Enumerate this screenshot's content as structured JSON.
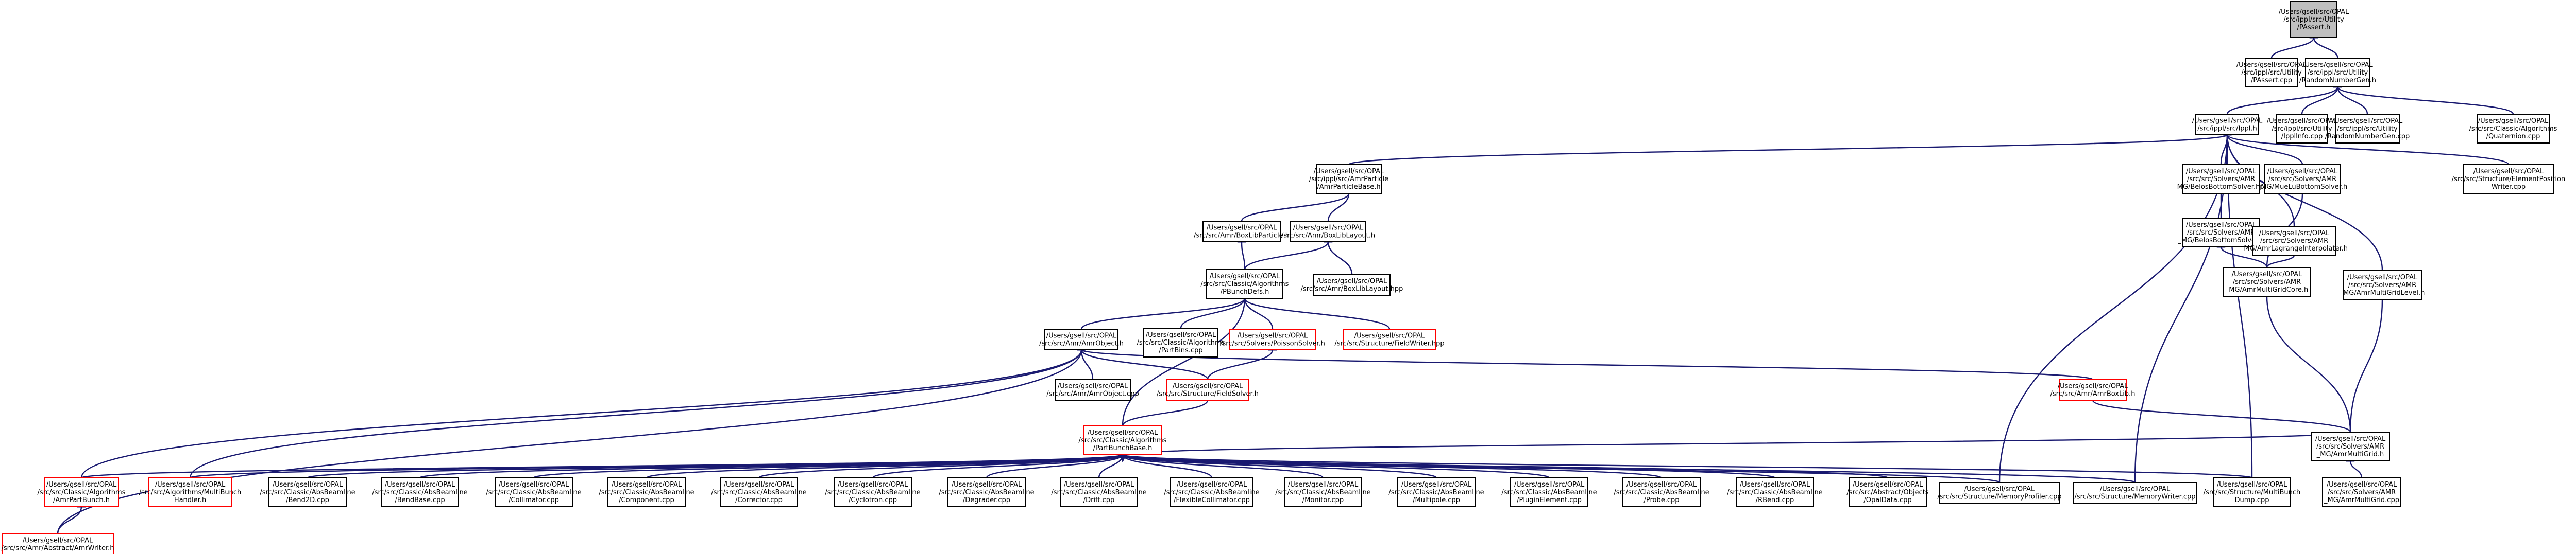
{
  "colors": {
    "edge": "#191970",
    "edge_alt": "#a00000",
    "border_normal": "#000000",
    "border_truncated": "#ff0000",
    "fill_normal": "#ffffff",
    "fill_root": "#bfbfbf"
  },
  "nodes": [
    {
      "id": "n_pngdisch",
      "lines": [
        "/Users/gsell/src/OPAL",
        "/src/ippl/src/Utility",
        "/PAssert.h"
      ],
      "style": "root"
    },
    {
      "id": "n_pngdisch_cpp",
      "lines": [
        "/Users/gsell/src/OPAL",
        "/src/ippl/src/Utility",
        "/PAssert.cpp"
      ],
      "style": "normal"
    },
    {
      "id": "n_randgen_h",
      "lines": [
        "/Users/gsell/src/OPAL",
        "/src/ippl/src/Utility",
        "/RandomNumberGen.h"
      ],
      "style": "normal"
    },
    {
      "id": "n_ippl_h",
      "lines": [
        "/Users/gsell/src/OPAL",
        "/src/ippl/src/Ippl.h"
      ],
      "style": "normal"
    },
    {
      "id": "n_ippl_info",
      "lines": [
        "/Users/gsell/src/OPAL",
        "/src/ippl/src/Utility",
        "/IpplInfo.cpp"
      ],
      "style": "normal"
    },
    {
      "id": "n_randgen_cpp",
      "lines": [
        "/Users/gsell/src/OPAL",
        "/src/ippl/src/Utility",
        "/RandomNumberGen.cpp"
      ],
      "style": "normal"
    },
    {
      "id": "n_quaternion",
      "lines": [
        "/Users/gsell/src/OPAL",
        "/src/src/Classic/Algorithms",
        "/Quaternion.cpp"
      ],
      "style": "normal"
    },
    {
      "id": "n_amrparticlebase",
      "lines": [
        "/Users/gsell/src/OPAL",
        "/src/ippl/src/AmrParticle",
        "/AmrParticleBase.h"
      ],
      "style": "normal"
    },
    {
      "id": "n_bottomsolver",
      "lines": [
        "/Users/gsell/src/OPAL",
        "/src/src/Solvers/AMR",
        "_MG/BelosBottomSolver.hpp"
      ],
      "style": "normal"
    },
    {
      "id": "n_amesos",
      "lines": [
        "/Users/gsell/src/OPAL",
        "/src/src/Solvers/AMR",
        "_MG/MueLuBottomSolver.h"
      ],
      "style": "normal"
    },
    {
      "id": "n_elempos",
      "lines": [
        "/Users/gsell/src/OPAL",
        "/src/src/Structure/ElementPosition",
        "Writer.cpp"
      ],
      "style": "normal"
    },
    {
      "id": "n_boxlibparticle",
      "lines": [
        "/Users/gsell/src/OPAL",
        "/src/src/Amr/BoxLibParticle.h"
      ],
      "style": "normal"
    },
    {
      "id": "n_boxliblayout",
      "lines": [
        "/Users/gsell/src/OPAL",
        "/src/src/Amr/BoxLibLayout.h"
      ],
      "style": "normal"
    },
    {
      "id": "n_belosbottom_h",
      "lines": [
        "/Users/gsell/src/OPAL",
        "/src/src/Solvers/AMR",
        "_MG/BelosBottomSolver.h"
      ],
      "style": "normal"
    },
    {
      "id": "n_lagrange",
      "lines": [
        "/Users/gsell/src/OPAL",
        "/src/src/Solvers/AMR",
        "_MG/AmrLagrangeInterpolater.h"
      ],
      "style": "normal"
    },
    {
      "id": "n_boxliblayout_hpp",
      "lines": [
        "/Users/gsell/src/OPAL",
        "/src/src/Amr/BoxLibLayout.hpp"
      ],
      "style": "normal"
    },
    {
      "id": "n_pbunchdefs",
      "lines": [
        "/Users/gsell/src/OPAL",
        "/src/src/Classic/Algorithms",
        "/PBunchDefs.h"
      ],
      "style": "normal"
    },
    {
      "id": "n_multigridcore",
      "lines": [
        "/Users/gsell/src/OPAL",
        "/src/src/Solvers/AMR",
        "_MG/AmrMultiGridCore.h"
      ],
      "style": "normal"
    },
    {
      "id": "n_multigridlevel",
      "lines": [
        "/Users/gsell/src/OPAL",
        "/src/src/Solvers/AMR",
        "_MG/AmrMultiGridLevel.h"
      ],
      "style": "normal"
    },
    {
      "id": "n_amrobject",
      "lines": [
        "/Users/gsell/src/OPAL",
        "/src/src/Amr/AmrObject.h"
      ],
      "style": "normal"
    },
    {
      "id": "n_partbins",
      "lines": [
        "/Users/gsell/src/OPAL",
        "/src/src/Classic/Algorithms",
        "/PartBins.cpp"
      ],
      "style": "normal"
    },
    {
      "id": "n_poissonsolver",
      "lines": [
        "/Users/gsell/src/OPAL",
        "/src/src/Solvers/PoissonSolver.h"
      ],
      "style": "truncated"
    },
    {
      "id": "n_fieldwriter",
      "lines": [
        "/Users/gsell/src/OPAL",
        "/src/src/Structure/FieldWriter.hpp"
      ],
      "style": "truncated"
    },
    {
      "id": "n_amrobject_cpp",
      "lines": [
        "/Users/gsell/src/OPAL",
        "/src/src/Amr/AmrObject.cpp"
      ],
      "style": "normal"
    },
    {
      "id": "n_fieldsolver",
      "lines": [
        "/Users/gsell/src/OPAL",
        "/src/src/Structure/FieldSolver.h"
      ],
      "style": "truncated"
    },
    {
      "id": "n_amrboxlib",
      "lines": [
        "/Users/gsell/src/OPAL",
        "/src/src/Amr/AmrBoxLib.h"
      ],
      "style": "truncated"
    },
    {
      "id": "n_partbunchbase",
      "lines": [
        "/Users/gsell/src/OPAL",
        "/src/src/Classic/Algorithms",
        "/PartBunchBase.h"
      ],
      "style": "truncated"
    },
    {
      "id": "n_amrmultigrid",
      "lines": [
        "/Users/gsell/src/OPAL",
        "/src/src/Solvers/AMR",
        "_MG/AmrMultiGrid.h"
      ],
      "style": "normal"
    },
    {
      "id": "n_amrpartbunch",
      "lines": [
        "/Users/gsell/src/OPAL",
        "/src/src/Classic/Algorithms",
        "/AmrPartBunch.h"
      ],
      "style": "truncated"
    },
    {
      "id": "n_multibunch",
      "lines": [
        "/Users/gsell/src/OPAL",
        "/src/src/Algorithms/MultiBunch",
        "Handler.h"
      ],
      "style": "truncated"
    },
    {
      "id": "n_bend2d",
      "lines": [
        "/Users/gsell/src/OPAL",
        "/src/src/Classic/AbsBeamline",
        "/Bend2D.cpp"
      ],
      "style": "normal"
    },
    {
      "id": "n_bendbase",
      "lines": [
        "/Users/gsell/src/OPAL",
        "/src/src/Classic/AbsBeamline",
        "/BendBase.cpp"
      ],
      "style": "normal"
    },
    {
      "id": "n_collimator",
      "lines": [
        "/Users/gsell/src/OPAL",
        "/src/src/Classic/AbsBeamline",
        "/Collimator.cpp"
      ],
      "style": "normal"
    },
    {
      "id": "n_component",
      "lines": [
        "/Users/gsell/src/OPAL",
        "/src/src/Classic/AbsBeamline",
        "/Component.cpp"
      ],
      "style": "normal"
    },
    {
      "id": "n_corrector",
      "lines": [
        "/Users/gsell/src/OPAL",
        "/src/src/Classic/AbsBeamline",
        "/Corrector.cpp"
      ],
      "style": "normal"
    },
    {
      "id": "n_cyclotron",
      "lines": [
        "/Users/gsell/src/OPAL",
        "/src/src/Classic/AbsBeamline",
        "/Cyclotron.cpp"
      ],
      "style": "normal"
    },
    {
      "id": "n_degrader",
      "lines": [
        "/Users/gsell/src/OPAL",
        "/src/src/Classic/AbsBeamline",
        "/Degrader.cpp"
      ],
      "style": "normal"
    },
    {
      "id": "n_drift",
      "lines": [
        "/Users/gsell/src/OPAL",
        "/src/src/Classic/AbsBeamline",
        "/Drift.cpp"
      ],
      "style": "normal"
    },
    {
      "id": "n_flexcoll",
      "lines": [
        "/Users/gsell/src/OPAL",
        "/src/src/Classic/AbsBeamline",
        "/FlexibleCollimator.cpp"
      ],
      "style": "normal"
    },
    {
      "id": "n_monitor",
      "lines": [
        "/Users/gsell/src/OPAL",
        "/src/src/Classic/AbsBeamline",
        "/Monitor.cpp"
      ],
      "style": "normal"
    },
    {
      "id": "n_multipole",
      "lines": [
        "/Users/gsell/src/OPAL",
        "/src/src/Classic/AbsBeamline",
        "/Multipole.cpp"
      ],
      "style": "normal"
    },
    {
      "id": "n_plugin",
      "lines": [
        "/Users/gsell/src/OPAL",
        "/src/src/Classic/AbsBeamline",
        "/PluginElement.cpp"
      ],
      "style": "normal"
    },
    {
      "id": "n_probe",
      "lines": [
        "/Users/gsell/src/OPAL",
        "/src/src/Classic/AbsBeamline",
        "/Probe.cpp"
      ],
      "style": "normal"
    },
    {
      "id": "n_rbend",
      "lines": [
        "/Users/gsell/src/OPAL",
        "/src/src/Classic/AbsBeamline",
        "/RBend.cpp"
      ],
      "style": "normal"
    },
    {
      "id": "n_opaldata",
      "lines": [
        "/Users/gsell/src/OPAL",
        "/src/src/Abstract/Objects",
        "/OpalData.cpp"
      ],
      "style": "normal"
    },
    {
      "id": "n_memprof",
      "lines": [
        "/Users/gsell/src/OPAL",
        "/src/src/Structure/MemoryProfiler.cpp"
      ],
      "style": "normal"
    },
    {
      "id": "n_memwriter",
      "lines": [
        "/Users/gsell/src/OPAL",
        "/src/src/Structure/MemoryWriter.cpp"
      ],
      "style": "normal"
    },
    {
      "id": "n_multibunchdump",
      "lines": [
        "/Users/gsell/src/OPAL",
        "/src/src/Structure/MultiBunch",
        "Dump.cpp"
      ],
      "style": "normal"
    },
    {
      "id": "n_amrmultigrid_cpp",
      "lines": [
        "/Users/gsell/src/OPAL",
        "/src/src/Solvers/AMR",
        "_MG/AmrMultiGrid.cpp"
      ],
      "style": "normal"
    },
    {
      "id": "n_amrwriter",
      "lines": [
        "/Users/gsell/src/OPAL",
        "/src/src/Amr/Abstract/AmrWriter.h"
      ],
      "style": "truncated"
    }
  ]
}
